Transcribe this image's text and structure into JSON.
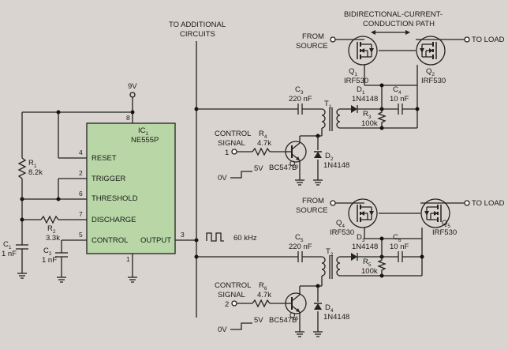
{
  "supply": "9V",
  "ic": {
    "ref": "IC",
    "ref_sub": "1",
    "part": "NE555P",
    "pins": {
      "reset": "RESET",
      "trigger": "TRIGGER",
      "threshold": "THRESHOLD",
      "discharge": "DISCHARGE",
      "control": "CONTROL",
      "output": "OUTPUT"
    },
    "pin_numbers": {
      "p8": "8",
      "p4": "4",
      "p2": "2",
      "p6": "6",
      "p7": "7",
      "p5": "5",
      "p1": "1",
      "p3": "3"
    }
  },
  "r1": {
    "ref": "R",
    "sub": "1",
    "value": "8.2k"
  },
  "r2": {
    "ref": "R",
    "sub": "2",
    "value": "3.3k"
  },
  "c1": {
    "ref": "C",
    "sub": "1",
    "value": "1 nF"
  },
  "c2": {
    "ref": "C",
    "sub": "2",
    "value": "1 nF"
  },
  "pulse_label": "60 kHz",
  "bus_label_line1": "TO ADDITIONAL",
  "bus_label_line2": "CIRCUITS",
  "path_label_line1": "BIDIRECTIONAL-CURRENT-",
  "path_label_line2": "CONDUCTION PATH",
  "from_source": {
    "line1": "FROM",
    "line2": "SOURCE"
  },
  "to_load": "TO LOAD",
  "control_signal": {
    "line1": "CONTROL",
    "line2": "SIGNAL"
  },
  "zero_v": "0V",
  "five_v": "5V",
  "upper": {
    "input_pin": "1",
    "c3": {
      "ref": "C",
      "sub": "3",
      "value": "220 nF"
    },
    "t": {
      "ref": "T",
      "sub": "1"
    },
    "d1": {
      "ref": "D",
      "sub": "1",
      "value": "1N4148"
    },
    "c4": {
      "ref": "C",
      "sub": "4",
      "value": "10 nF"
    },
    "r3": {
      "ref": "R",
      "sub": "3",
      "value": "100k"
    },
    "r4": {
      "ref": "R",
      "sub": "4",
      "value": "4.7k"
    },
    "q3": {
      "ref": "Q",
      "sub": "3",
      "value": "BC547B"
    },
    "d2": {
      "ref": "D",
      "sub": "2",
      "value": "1N4148"
    },
    "q1": {
      "ref": "Q",
      "sub": "1",
      "value": "IRF530"
    },
    "q2": {
      "ref": "Q",
      "sub": "2",
      "value": "IRF530"
    }
  },
  "lower": {
    "input_pin": "2",
    "c5": {
      "ref": "C",
      "sub": "5",
      "value": "220 nF"
    },
    "t": {
      "ref": "T",
      "sub": "2"
    },
    "d3": {
      "ref": "D",
      "sub": "3",
      "value": "1N4148"
    },
    "c6": {
      "ref": "C",
      "sub": "6",
      "value": "10 nF"
    },
    "r5": {
      "ref": "R",
      "sub": "5",
      "value": "100k"
    },
    "r6": {
      "ref": "R",
      "sub": "6",
      "value": "4.7k"
    },
    "q6": {
      "ref": "Q",
      "sub": "6",
      "value": "BC547B"
    },
    "d4": {
      "ref": "D",
      "sub": "4",
      "value": "1N4148"
    },
    "q4": {
      "ref": "Q",
      "sub": "4",
      "value": "IRF530"
    },
    "q5": {
      "ref": "Q",
      "sub": "5",
      "value": "IRF530"
    }
  }
}
